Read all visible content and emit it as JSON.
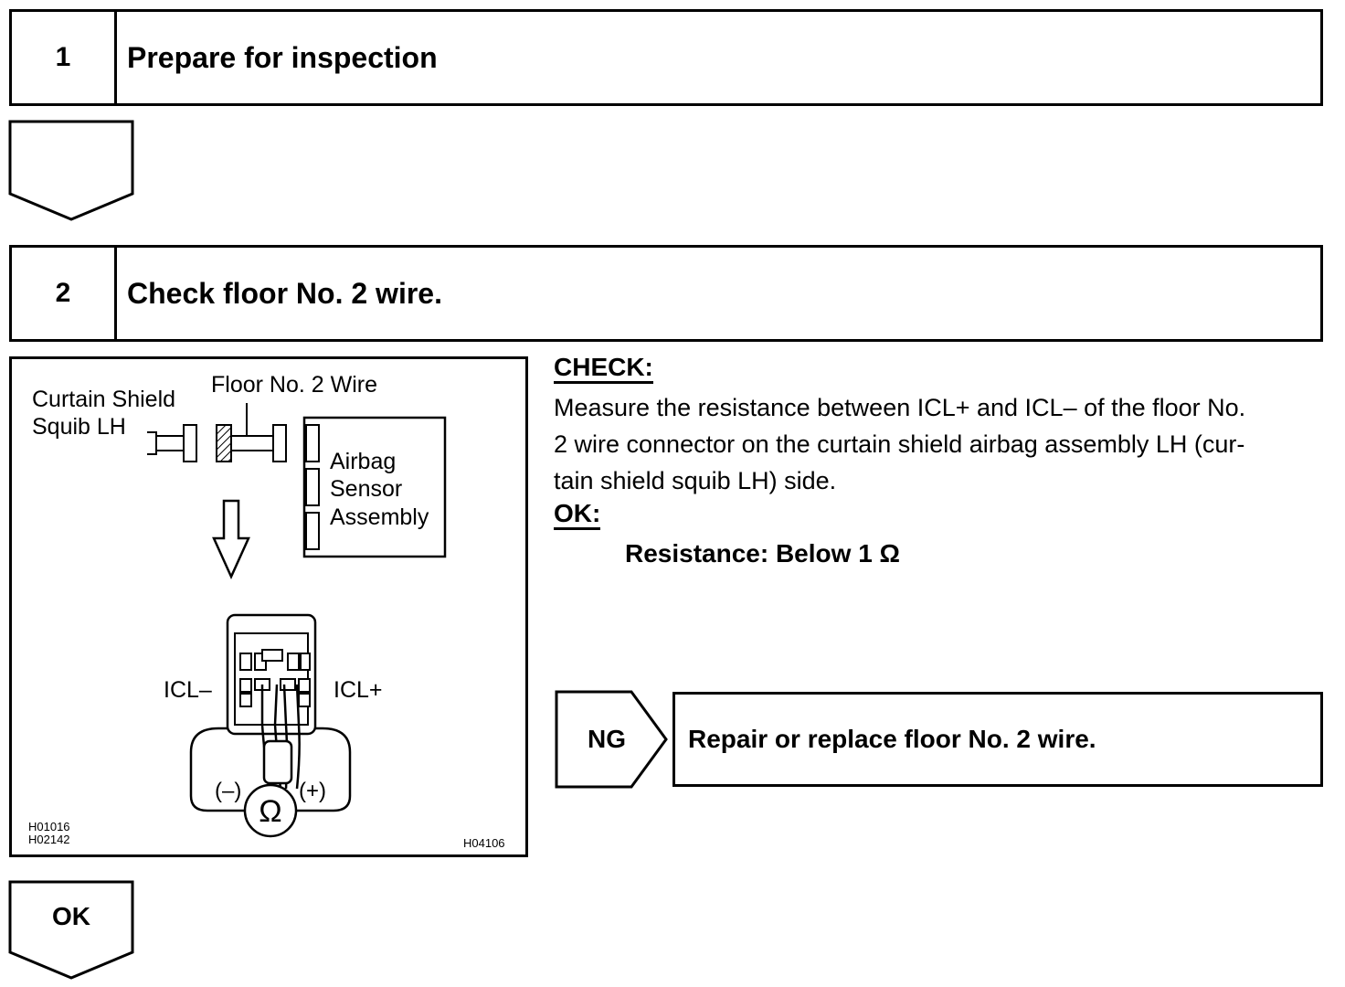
{
  "step1": {
    "number": "1",
    "title": "Prepare for inspection"
  },
  "step2": {
    "number": "2",
    "title": "Check floor No. 2 wire."
  },
  "figure": {
    "label_curtain_line1": "Curtain Shield",
    "label_curtain_line2": "Squib LH",
    "label_floor_wire": "Floor No. 2 Wire",
    "label_sensor_line1": "Airbag",
    "label_sensor_line2": "Sensor",
    "label_sensor_line3": "Assembly",
    "label_icl_minus": "ICL–",
    "label_icl_plus": "ICL+",
    "label_minus": "(–)",
    "label_plus": "(+)",
    "ohm_symbol": "Ω",
    "code_a": "H01016",
    "code_b": "H02142",
    "code_c": "H04106"
  },
  "check": {
    "heading": "CHECK:",
    "line1": "Measure the resistance between ICL+ and ICL– of the floor No.",
    "line2": "2 wire connector on the curtain shield airbag assembly LH (cur-",
    "line3": "tain shield squib LH) side.",
    "ok_heading": "OK:",
    "spec": "Resistance: Below 1 Ω"
  },
  "ng": {
    "label": "NG",
    "action": "Repair or replace floor No. 2 wire."
  },
  "ok_result": {
    "label": "OK"
  }
}
